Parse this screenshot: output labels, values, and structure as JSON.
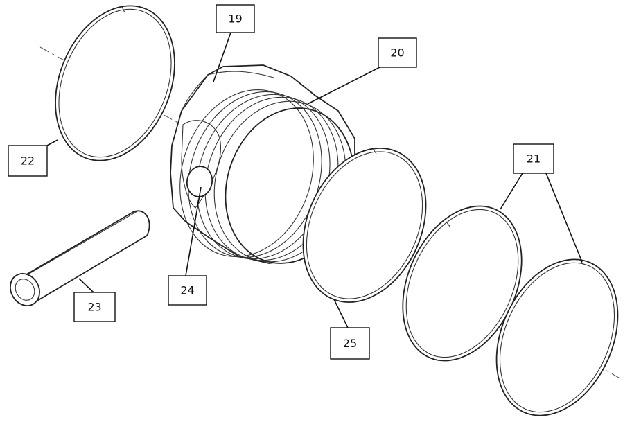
{
  "callouts": {
    "c19": "19",
    "c20": "20",
    "c21": "21",
    "c22": "22",
    "c23": "23",
    "c24": "24",
    "c25": "25"
  },
  "colors": {
    "line": "#222222",
    "background": "#ffffff"
  }
}
